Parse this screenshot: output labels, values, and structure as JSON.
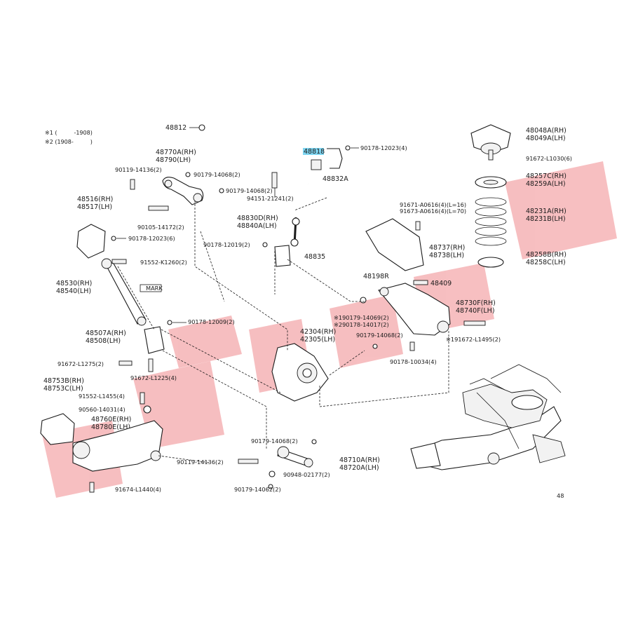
{
  "notes": [
    "※1 (　　　-1908)",
    "※2 (1908-　　　)"
  ],
  "page_number": "48",
  "parts": {
    "p48812": "48812",
    "p48818": "48818",
    "p48832A": "48832A",
    "p90178_12023_4": "90178-12023(4)",
    "p48770A": "48770A(RH)",
    "p48790": "48790(LH)",
    "p90119_14136_2a": "90119-14136(2)",
    "p90179_14068_2a": "90179-14068(2)",
    "p90179_14068_2b": "90179-14068(2)",
    "p94151_21241_2": "94151-21241(2)",
    "p90105_14172_2": "90105-14172(2)",
    "p48516": "48516(RH)",
    "p48517": "48517(LH)",
    "p90178_12023_6": "90178-12023(6)",
    "p91552_K1260_2": "91552-K1260(2)",
    "p48830D": "48830D(RH)",
    "p48840A": "48840A(LH)",
    "p90178_12019_2": "90178-12019(2)",
    "p48835": "48835",
    "p48048A": "48048A(RH)",
    "p48049A": "48049A(LH)",
    "p91672_L1030_6": "91672-L1030(6)",
    "p48257C": "48257C(RH)",
    "p48259A": "48259A(LH)",
    "p91671_A0616": "91671-A0616(4)(L=16)",
    "p91673_A0616": "91673-A0616(4)(L=70)",
    "p48231A": "48231A(RH)",
    "p48231B": "48231B(LH)",
    "p48737": "48737(RH)",
    "p48738": "48738(LH)",
    "p48258B": "48258B(RH)",
    "p48258C": "48258C(LH)",
    "p48530": "48530(RH)",
    "p48540": "48540(LH)",
    "mark": "MARK",
    "p48198R": "48198R",
    "p48409": "48409",
    "p48730F": "48730F(RH)",
    "p48740F": "48740F(LH)",
    "p90179_14069_2": "※190179-14069(2)",
    "p90178_14017_2": "※290178-14017(2)",
    "p90179_14068_2c": "90179-14068(2)",
    "p91672_L1495_2": "※191672-L1495(2)",
    "p90178_12009_2": "90178-12009(2)",
    "p48507A": "48507A(RH)",
    "p48508": "48508(LH)",
    "p42304": "42304(RH)",
    "p42305": "42305(LH)",
    "p90178_10034_4": "90178-10034(4)",
    "p91672_L1275_2": "91672-L1275(2)",
    "p91672_L1225_4": "91672-L1225(4)",
    "p48753B": "48753B(RH)",
    "p48753C": "48753C(LH)",
    "p91552_L1455_4": "91552-L1455(4)",
    "p90560_14031_4": "90560-14031(4)",
    "p48760E": "48760E(RH)",
    "p48780E": "48780E(LH)",
    "p90179_14068_2d": "90179-14068(2)",
    "p90119_14136_2b": "90119-14136(2)",
    "p48710A": "48710A(RH)",
    "p48720A": "48720A(LH)",
    "p90948_02177_2": "90948-02177(2)",
    "p90179_14062_2": "90179-14062(2)",
    "p91674_L1440_4": "91674-L1440(4)"
  },
  "colors": {
    "highlight": "#7fd6f2",
    "watermark": "#f08a8e",
    "red_label": "#cc1f26"
  }
}
